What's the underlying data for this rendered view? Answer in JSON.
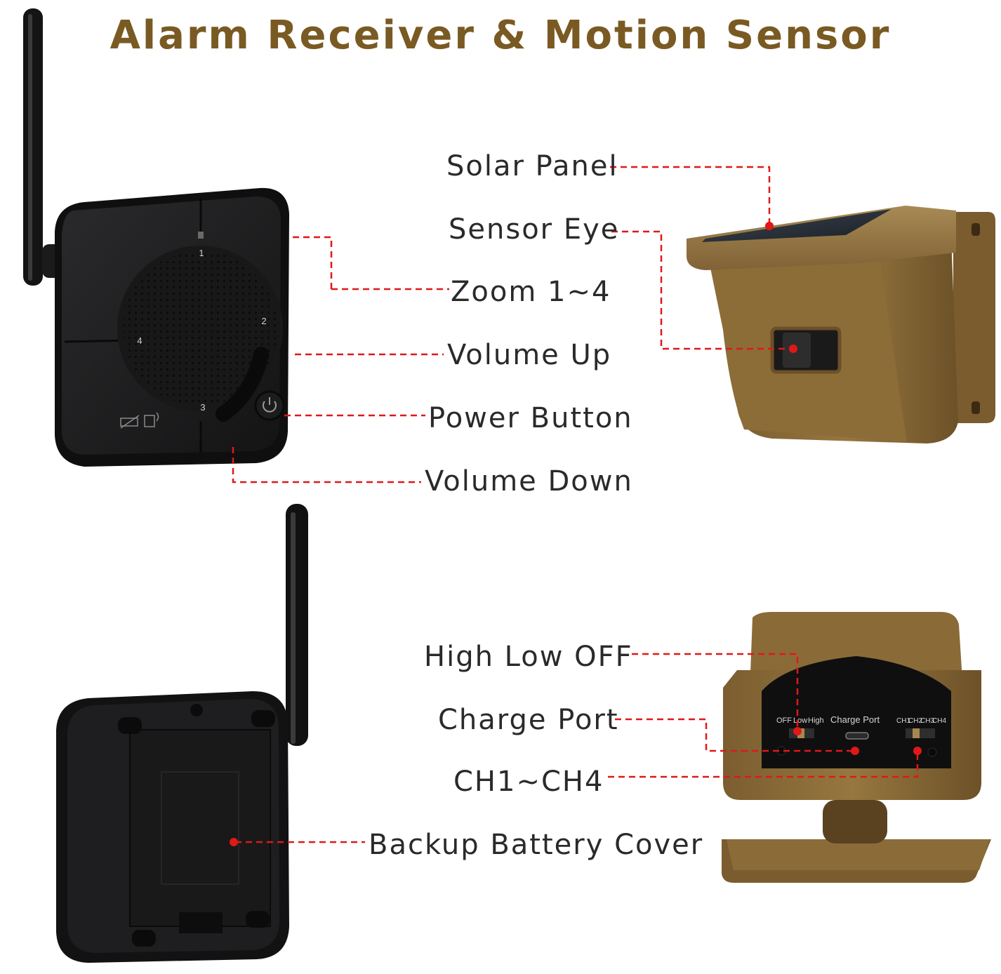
{
  "title": "Alarm Receiver & Motion Sensor",
  "colors": {
    "title": "#7a5a23",
    "leader": "#e01818",
    "device_black": "#1d1d1f",
    "sensor_brown": "#8f6f3a"
  },
  "receiver_labels": {
    "zoom": "Zoom 1~4",
    "volume_up": "Volume Up",
    "power": "Power Button",
    "volume_down": "Volume Down",
    "battery_cover": "Backup Battery Cover"
  },
  "sensor_labels": {
    "solar": "Solar Panel",
    "eye": "Sensor Eye",
    "switch": "High Low OFF",
    "charge": "Charge Port",
    "channel": "CH1~CH4"
  },
  "receiver_face": {
    "zone_numbers": [
      "1",
      "2",
      "3",
      "4"
    ]
  },
  "sensor_back": {
    "switch_text": [
      "OFF",
      "Low",
      "High"
    ],
    "charge_text": "Charge  Port",
    "channel_text": [
      "CH1",
      "CH2",
      "CH3",
      "CH4"
    ]
  }
}
